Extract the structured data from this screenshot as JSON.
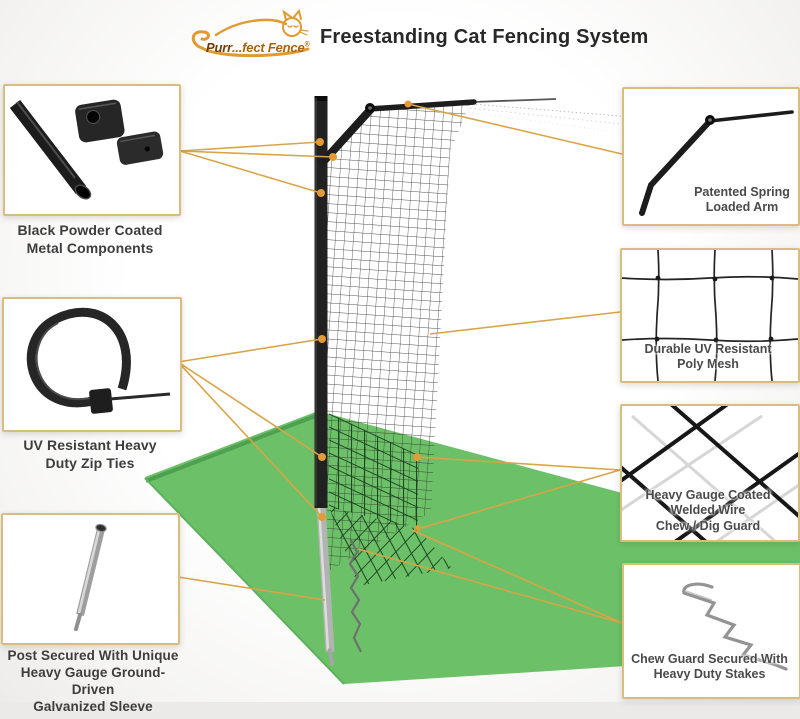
{
  "colors": {
    "accent_line": "#d9a445",
    "box_border": "#d9bd7e",
    "lawn_green": "#6cc168",
    "logo_orange": "#e09a30",
    "text_dark": "#3d3d3d"
  },
  "header": {
    "logo_bold": "Purr",
    "logo_rest": "...fect Fence",
    "logo_reg": "®",
    "title": "Freestanding Cat Fencing System"
  },
  "callouts_left": [
    {
      "id": "metal-components",
      "lines": [
        "Black Powder Coated",
        "Metal Components"
      ]
    },
    {
      "id": "zip-ties",
      "lines": [
        "UV Resistant Heavy",
        "Duty Zip Ties"
      ]
    },
    {
      "id": "galvanized-sleeve",
      "lines": [
        "Post Secured With Unique",
        "Heavy Gauge Ground-Driven",
        "Galvanized Sleeve"
      ]
    }
  ],
  "callouts_right": [
    {
      "id": "spring-arm",
      "lines": [
        "Patented Spring",
        "Loaded Arm"
      ]
    },
    {
      "id": "poly-mesh",
      "lines": [
        "Durable UV Resistant",
        "Poly Mesh"
      ]
    },
    {
      "id": "dig-guard",
      "lines": [
        "Heavy Gauge Coated",
        "Welded Wire",
        "Chew /  Dig Guard"
      ]
    },
    {
      "id": "stakes",
      "lines": [
        "Chew Guard Secured With",
        "Heavy Duty Stakes"
      ]
    }
  ]
}
